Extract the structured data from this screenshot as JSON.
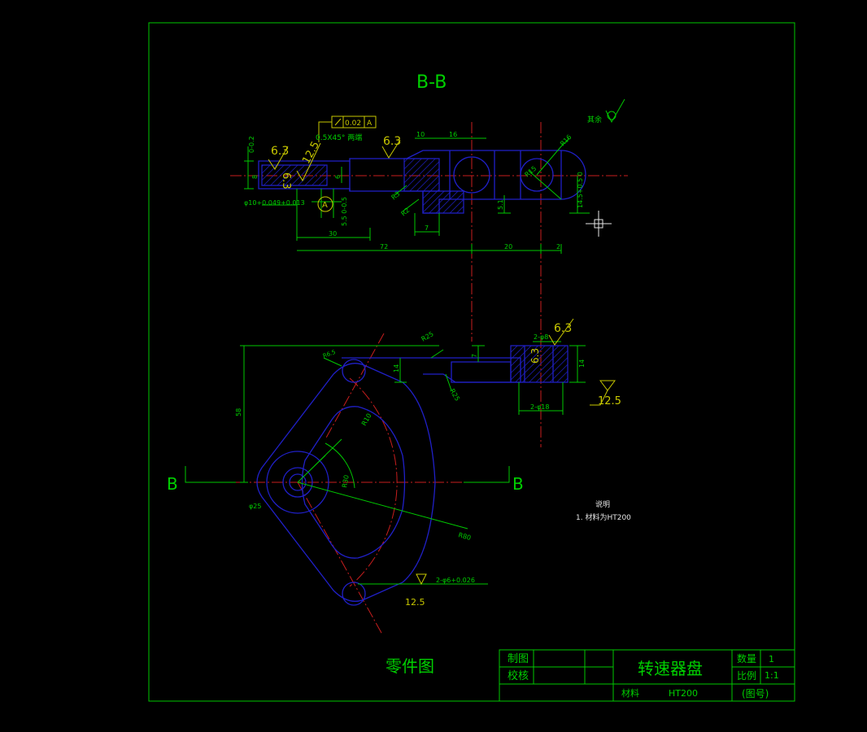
{
  "section_title": "B-B",
  "section_label_left": "B",
  "section_label_right": "B",
  "view_title": "零件图",
  "roughness": {
    "r1": "6.3",
    "r2": "12.5",
    "r3": "6.3",
    "r4": "6.3",
    "r5": "6.3",
    "r6": "6.3",
    "r7": "12.5",
    "r8": "12.5",
    "rest": "其余"
  },
  "tolerance": {
    "value": "0.02",
    "datum": "A",
    "datum_marker": "A"
  },
  "dims_top": {
    "chamfer": "0.5X45° 两端",
    "d_bore": "φ10+0.049+0.013",
    "tol_top": "0-0.2",
    "r_top": "R16",
    "d_top": "10",
    "d_top2": "16",
    "d_small1": "8",
    "d_small2": "6",
    "d_r3": "R3",
    "d_r2": "R2",
    "d_55": "5.5 0-0.5",
    "d_30": "30",
    "d_72": "72",
    "d_20": "20",
    "d_2": "2",
    "d_7": "7",
    "d_51": "5.1",
    "d_145": "14.5+0.5 0",
    "d_r15": "R15"
  },
  "dims_bottom": {
    "d_14a": "14",
    "d_7b": "7",
    "d_2phi8": "2-φ8",
    "d_14b": "14",
    "d_2phi18": "2-φ18",
    "d_r25": "R25",
    "d_r65": "R6.5",
    "d_r25b": "R25",
    "d_58": "58",
    "d_phi25": "φ25",
    "d_r30": "R30",
    "d_r80": "R80",
    "d_r10": "R10",
    "d_2phi6": "2-φ6+0.026"
  },
  "notes": {
    "heading": "说明",
    "line1": "1. 材料为HT200"
  },
  "title_block": {
    "drawn_label": "制图",
    "checked_label": "校核",
    "part_name": "转速器盘",
    "qty_label": "数量",
    "qty_value": "1",
    "scale_label": "比例",
    "scale_value": "1:1",
    "material_label": "材料",
    "material_value": "HT200",
    "drawing_no": "(图号)"
  },
  "colors": {
    "frame": "#00c800",
    "outline": "#2020c8",
    "centerline": "#c81e1e",
    "annotation": "#c8c800",
    "background": "#000000"
  }
}
